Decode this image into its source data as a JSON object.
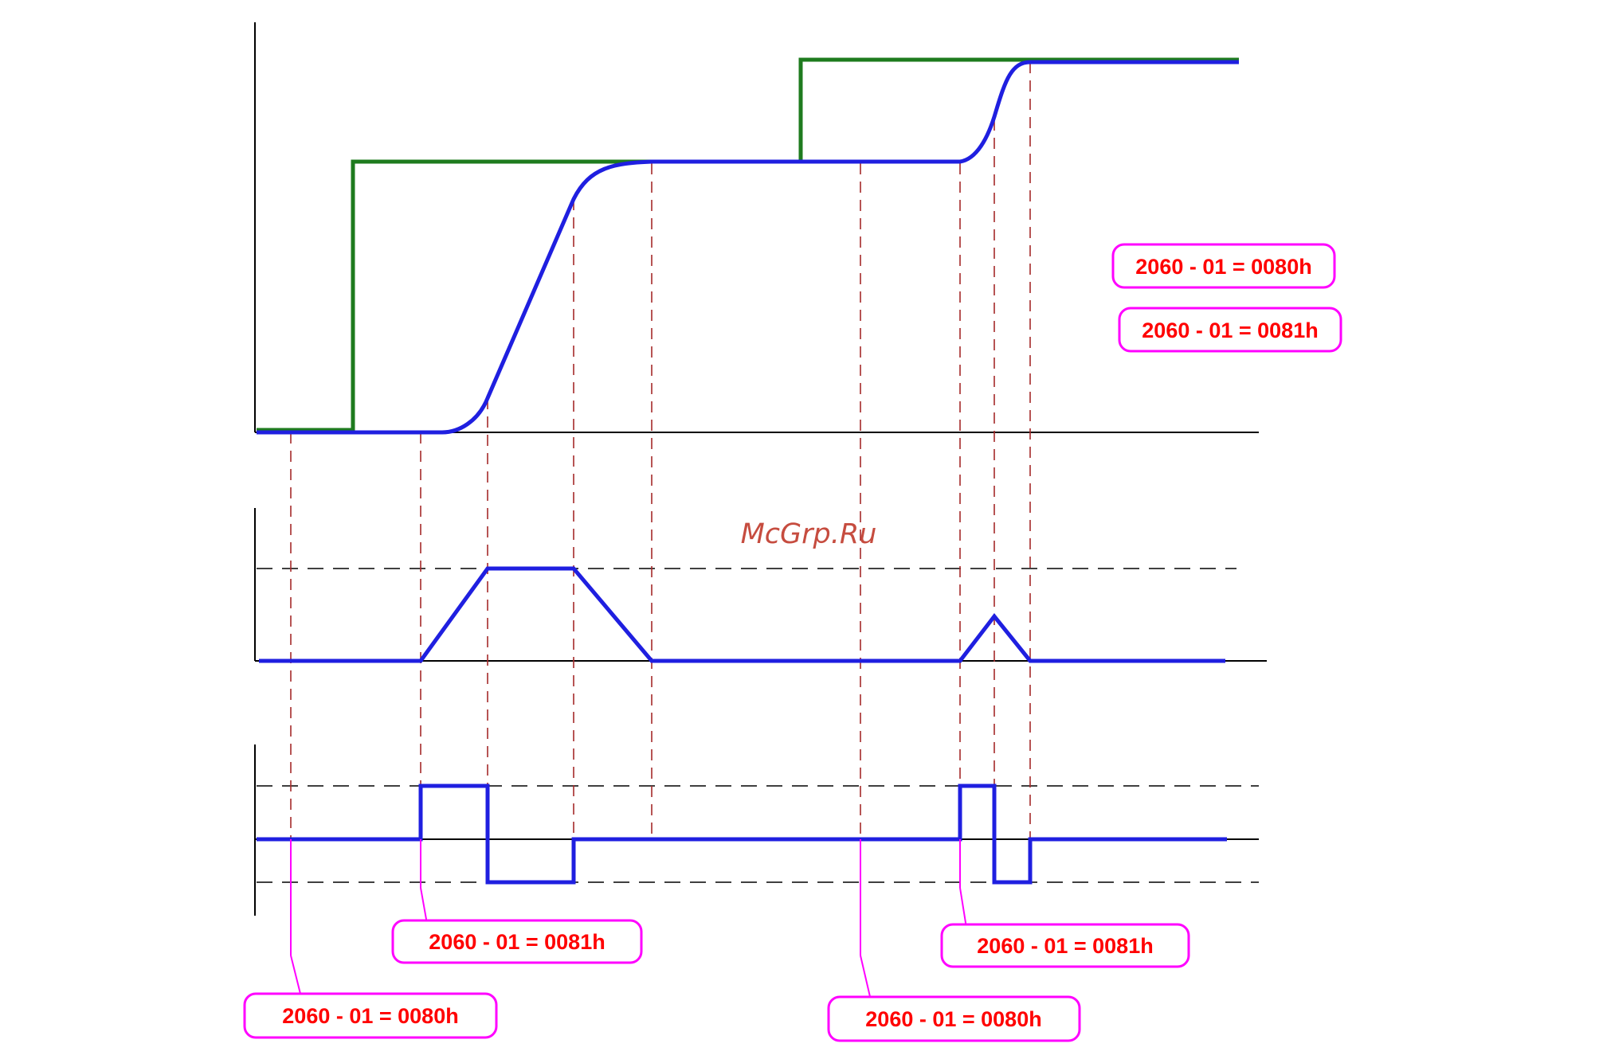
{
  "watermark": "McGrp.Ru",
  "colors": {
    "target": "#1e7b1e",
    "actual": "#1f1fe0",
    "guide": "#a52a2a",
    "callout": "#ff00ff",
    "callout_text": "#ff0000",
    "axis": "#000000"
  },
  "legend": {
    "item1": "2060 - 01 = 0080h",
    "item2": "2060 - 01 = 0081h"
  },
  "callouts": {
    "a": "2060 - 01 = 0081h",
    "b": "2060 - 01 = 0080h",
    "c": "2060 - 01 = 0080h",
    "d": "2060 - 01 = 0081h"
  }
}
